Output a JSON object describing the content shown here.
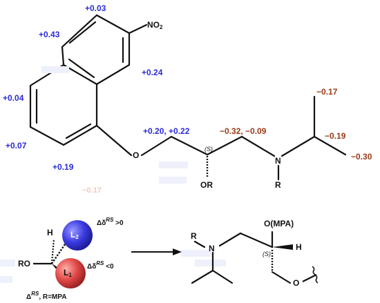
{
  "molecule": {
    "nitro": "NO",
    "nitro_sub": "2",
    "oxygen": "O",
    "nitrogen": "N",
    "r_group": "R",
    "or_group": "OR",
    "stereo_s": "(S)"
  },
  "deltas_blue": {
    "c1": "+0.03",
    "c2": "+0.43",
    "c3": "+0.24",
    "c4": "+0.04",
    "c5": "+0.07",
    "c6": "+0.19",
    "ch2o": "+0.20, +0.22"
  },
  "deltas_red": {
    "ch2n": "−0.32, −0.09",
    "me_top": "−0.17",
    "ch": "−0.19",
    "me_right": "−0.30"
  },
  "faded": {
    "f1": "−0.17"
  },
  "model": {
    "h": "H",
    "ro": "RO",
    "l1": "L",
    "l1_sub": "1",
    "l2": "L",
    "l2_sub": "2",
    "delta_pos_pre": "ΔΔ",
    "delta_pos_sup": "RS",
    "delta_pos_post": " >0",
    "delta_neg_pre": "Δδ",
    "delta_neg_sup": "RS",
    "delta_neg_post": " <0",
    "caption_pre": "Δ",
    "caption_sup": "RS",
    "caption_post": ", R=MPA",
    "colors": {
      "l1": "#e04646",
      "l2": "#3a3ae0"
    }
  },
  "product": {
    "r_group": "R",
    "nitrogen": "N",
    "ompa": "O(MPA)",
    "h": "H",
    "stereo_s": "(S)",
    "oxygen": "O"
  }
}
